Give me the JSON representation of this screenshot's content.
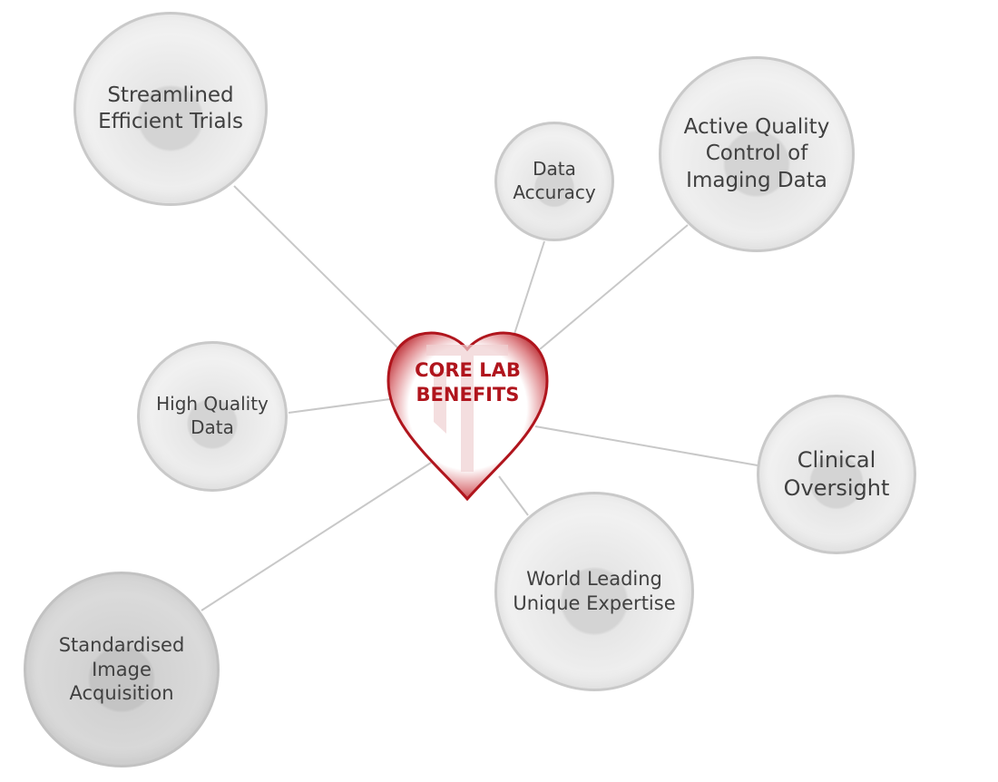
{
  "center": {
    "label_line1": "CORE LAB",
    "label_line2": "BENEFITS",
    "color": "#b0151d"
  },
  "nodes": [
    {
      "label": "Streamlined Efficient Trials"
    },
    {
      "label": "Data Accuracy"
    },
    {
      "label": "Active Quality Control of Imaging Data"
    },
    {
      "label": "High Quality Data"
    },
    {
      "label": "Clinical Oversight"
    },
    {
      "label": "World Leading Unique Expertise"
    },
    {
      "label": "Standardised Image Acquisition"
    }
  ]
}
